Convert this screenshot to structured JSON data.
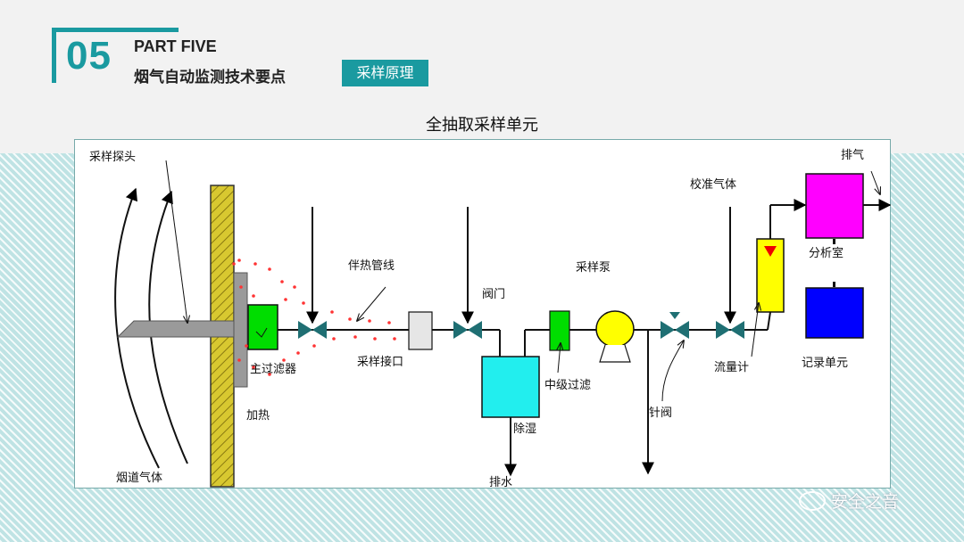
{
  "header": {
    "number": "05",
    "part": "PART FIVE",
    "section": "烟气自动监测技术要点",
    "tag": "采样原理"
  },
  "title": "全抽取采样单元",
  "labels": {
    "probe": "采样探头",
    "flue_gas": "烟道气体",
    "main_filter": "主过滤器",
    "heating": "加热",
    "heat_trace": "伴热管线",
    "sampling_port": "采样接口",
    "valve": "阀门",
    "dehumidify": "除湿",
    "drain": "排水",
    "mid_filter": "中级过滤",
    "pump": "采样泵",
    "needle_valve": "针阀",
    "calibration_gas": "校准气体",
    "flowmeter": "流量计",
    "exhaust": "排气",
    "analyzer": "分析室",
    "recorder": "记录单元"
  },
  "colors": {
    "accent": "#1a9aa0",
    "valve": "#1f6f73",
    "filter": "#00dd00",
    "dehumidifier": "#22eeee",
    "pump": "#ffff00",
    "analyzer": "#ff00ff",
    "recorder": "#0000ff",
    "flowmeter": "#ffff00",
    "wall": "#d8c830",
    "heat_dots": "#ff3333"
  },
  "watermark": "安全之音"
}
